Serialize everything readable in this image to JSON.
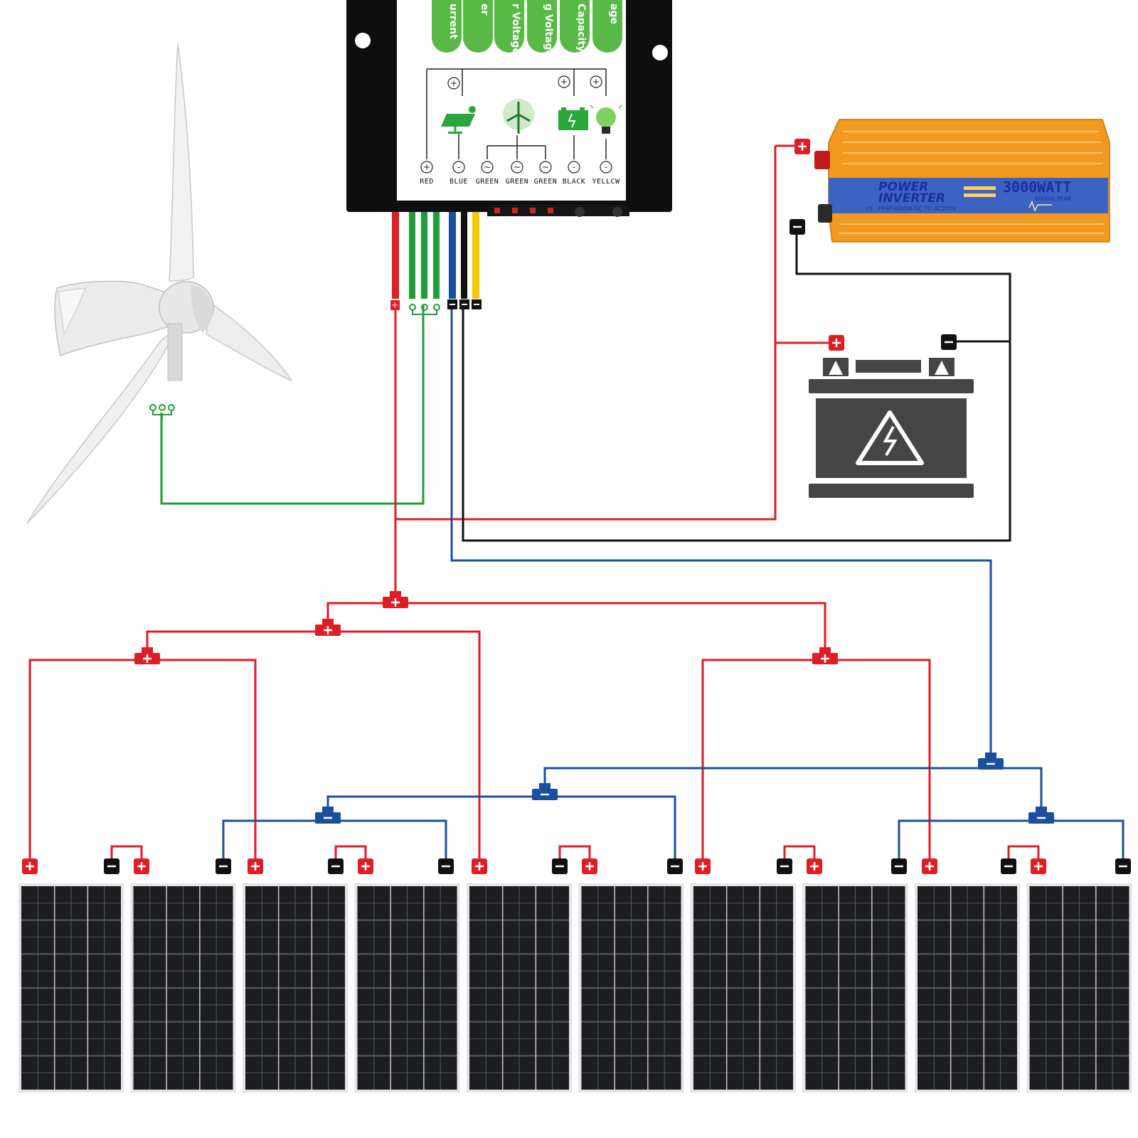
{
  "controller": {
    "meter_labels": [
      "urrent",
      "er",
      "r Voltage",
      "g Voltage",
      "Capacity",
      "age"
    ],
    "terminal_labels": [
      "RED",
      "BLUE",
      "GREEN",
      "GREEN",
      "GREEN",
      "BLACK",
      "YELLCW"
    ],
    "terminal_symbols": [
      "+",
      "-",
      "~",
      "~",
      "~",
      "-",
      "-"
    ],
    "plus_symbol": "+"
  },
  "inverter": {
    "brand_line1": "POWER",
    "brand_line2": "INVERTER",
    "rating": "3000WATT",
    "peak": "6000W PEAK",
    "model": "FPSP3000W-DC TO AC220V",
    "ce_mark": "CE"
  },
  "battery": {
    "icon": "battery-hazard-icon"
  },
  "wind_turbine": {
    "icon": "wind-turbine-icon"
  },
  "solar_panels": {
    "count": 10
  },
  "wire_colors": {
    "positive": "#e01c24",
    "negative_pv": "#1a4fa0",
    "negative_batt": "#111111",
    "ac_wind": "#1e9e3a",
    "load": "#f5c800"
  }
}
